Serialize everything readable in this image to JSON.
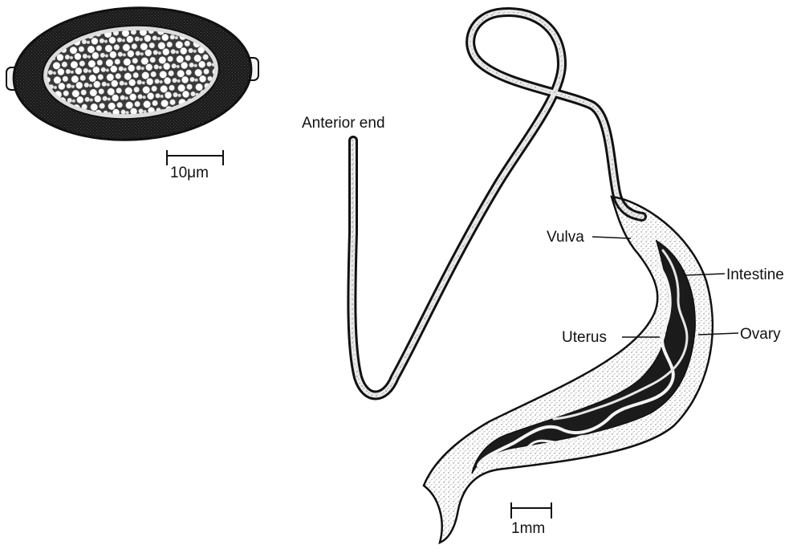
{
  "egg": {
    "scale_label": "10μm"
  },
  "worm": {
    "labels": {
      "anterior_end": "Anterior end",
      "vulva": "Vulva",
      "intestine": "Intestine",
      "uterus": "Uterus",
      "ovary": "Ovary"
    },
    "scale_label": "1mm"
  },
  "colors": {
    "ink": "#111111",
    "paper": "#ffffff",
    "stipple": "#555555"
  }
}
